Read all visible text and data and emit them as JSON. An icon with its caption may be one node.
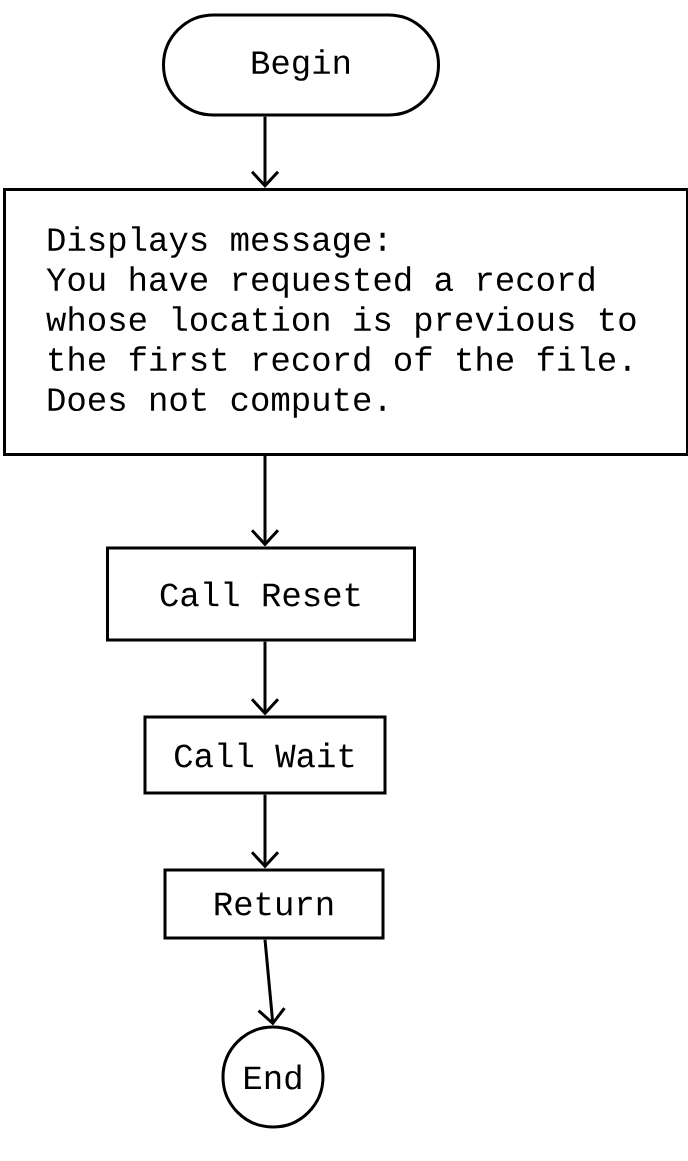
{
  "diagram": {
    "nodes": [
      {
        "text": [
          "Begin"
        ]
      },
      {
        "text": [
          "Displays message:",
          "You have requested a record whose location is previous to the first record of the file.",
          "Does not compute."
        ]
      },
      {
        "text": [
          "Call Reset"
        ]
      },
      {
        "text": [
          "Call Wait"
        ]
      },
      {
        "text": [
          "Return"
        ]
      },
      {
        "text": [
          "End"
        ]
      }
    ],
    "edges": [
      {
        "from": 0,
        "to": 1,
        "arrow": "to"
      },
      {
        "from": 1,
        "to": 2,
        "arrow": "to"
      },
      {
        "from": 2,
        "to": 3,
        "arrow": "to"
      },
      {
        "from": 3,
        "to": 4,
        "arrow": "to"
      },
      {
        "from": 4,
        "to": 5,
        "arrow": "to"
      }
    ]
  }
}
